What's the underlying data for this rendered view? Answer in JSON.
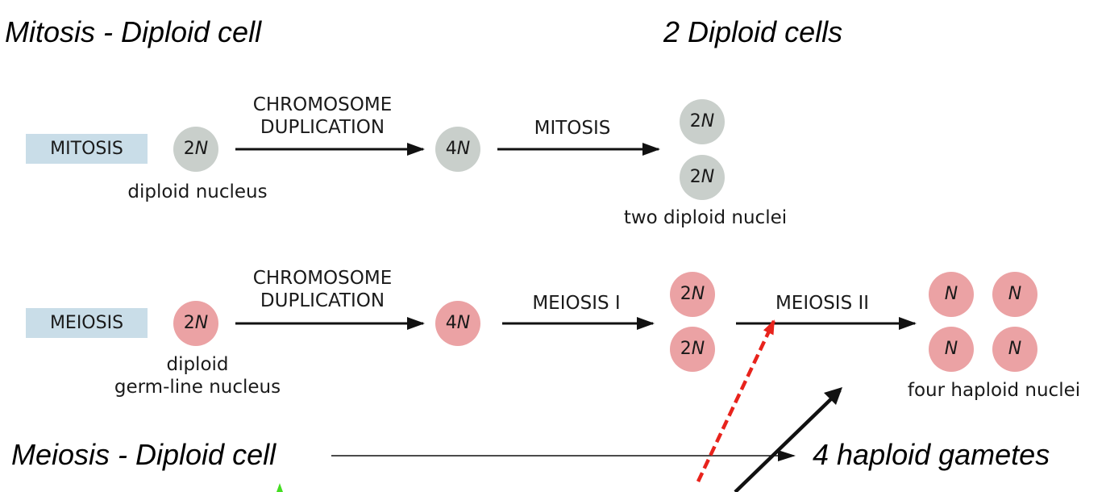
{
  "headings": {
    "mitosis_start": "Mitosis - Diploid cell",
    "mitosis_end": "2 Diploid cells",
    "meiosis_start": "Meiosis - Diploid cell",
    "meiosis_end": "4 haploid gametes"
  },
  "mitosis_row": {
    "box": "MITOSIS",
    "start_cell": {
      "num": "2",
      "n": "N"
    },
    "start_label": "diploid nucleus",
    "step1_label_line1": "CHROMOSOME",
    "step1_label_line2": "DUPLICATION",
    "mid_cell": {
      "num": "4",
      "n": "N"
    },
    "step2_label": "MITOSIS",
    "result_cells": [
      {
        "num": "2",
        "n": "N"
      },
      {
        "num": "2",
        "n": "N"
      }
    ],
    "result_label": "two diploid nuclei"
  },
  "meiosis_row": {
    "box": "MEIOSIS",
    "start_cell": {
      "num": "2",
      "n": "N"
    },
    "start_label_line1": "diploid",
    "start_label_line2": "germ-line nucleus",
    "step1_label_line1": "CHROMOSOME",
    "step1_label_line2": "DUPLICATION",
    "mid_cell": {
      "num": "4",
      "n": "N"
    },
    "step2_label": "MEIOSIS I",
    "intermediate_cells": [
      {
        "num": "2",
        "n": "N"
      },
      {
        "num": "2",
        "n": "N"
      }
    ],
    "step3_label": "MEIOSIS II",
    "result_cells": [
      {
        "num": "",
        "n": "N"
      },
      {
        "num": "",
        "n": "N"
      },
      {
        "num": "",
        "n": "N"
      },
      {
        "num": "",
        "n": "N"
      }
    ],
    "result_label": "four haploid nuclei"
  },
  "colors": {
    "diploid_grey": "#c9cfcb",
    "meiosis_pink": "#eba2a4",
    "label_box": "#c9dde8",
    "annotation_red": "#e8231c",
    "annotation_green": "#44dd22",
    "arrow": "#111111"
  }
}
